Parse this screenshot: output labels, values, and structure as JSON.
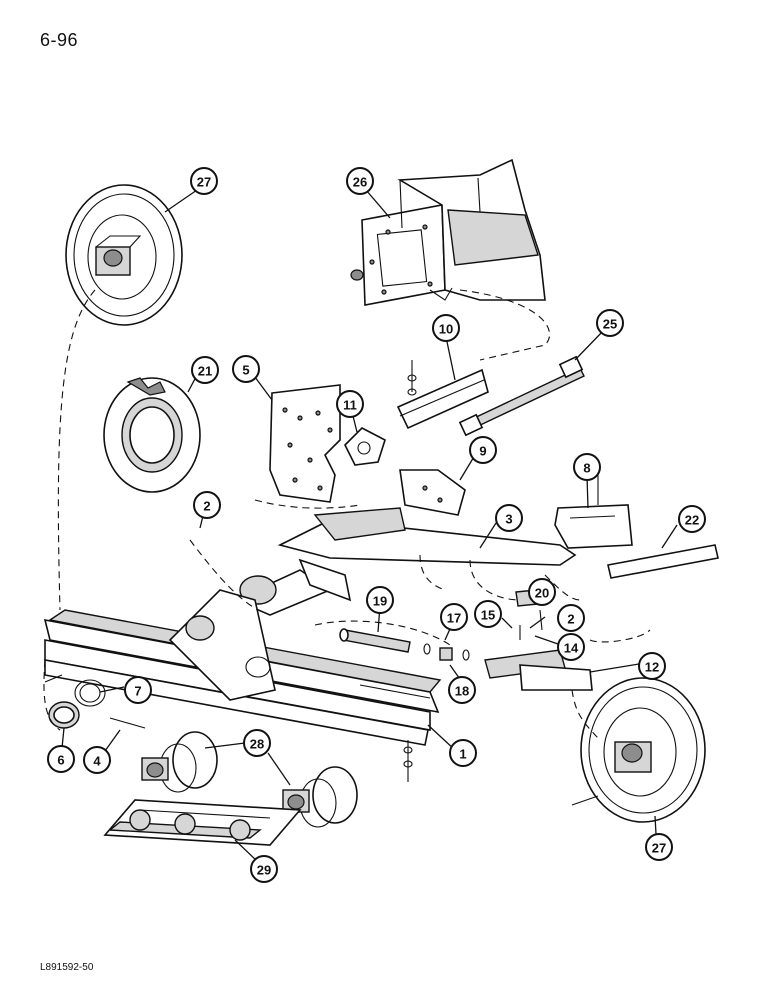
{
  "page": {
    "number": "6-96",
    "code": "L891592-50"
  },
  "callouts": [
    {
      "id": "c27a",
      "label": "27"
    },
    {
      "id": "c26",
      "label": "26"
    },
    {
      "id": "c21",
      "label": "21"
    },
    {
      "id": "c5",
      "label": "5"
    },
    {
      "id": "c10",
      "label": "10"
    },
    {
      "id": "c25",
      "label": "25"
    },
    {
      "id": "c11",
      "label": "11"
    },
    {
      "id": "c9",
      "label": "9"
    },
    {
      "id": "c8",
      "label": "8"
    },
    {
      "id": "c2a",
      "label": "2"
    },
    {
      "id": "c3",
      "label": "3"
    },
    {
      "id": "c22",
      "label": "22"
    },
    {
      "id": "c19",
      "label": "19"
    },
    {
      "id": "c17",
      "label": "17"
    },
    {
      "id": "c20",
      "label": "20"
    },
    {
      "id": "c15",
      "label": "15"
    },
    {
      "id": "c2b",
      "label": "2"
    },
    {
      "id": "c14",
      "label": "14"
    },
    {
      "id": "c18",
      "label": "18"
    },
    {
      "id": "c12",
      "label": "12"
    },
    {
      "id": "c7",
      "label": "7"
    },
    {
      "id": "c6",
      "label": "6"
    },
    {
      "id": "c4",
      "label": "4"
    },
    {
      "id": "c1",
      "label": "1"
    },
    {
      "id": "c28",
      "label": "28"
    },
    {
      "id": "c29",
      "label": "29"
    },
    {
      "id": "c27b",
      "label": "27"
    }
  ]
}
